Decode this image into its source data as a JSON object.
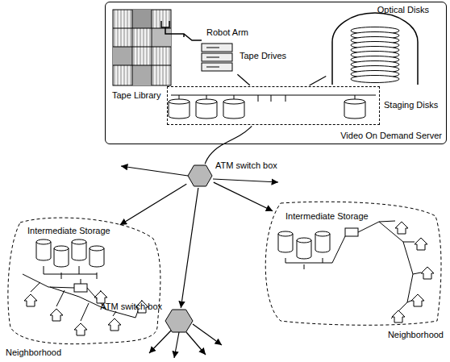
{
  "diagram": {
    "nodes": [
      {
        "text": [
          "Video On Demand Server"
        ]
      },
      {
        "text": [
          "Tape Library"
        ],
        "in": 0
      },
      {
        "text": [
          "Tape Drives"
        ],
        "in": 0
      },
      {
        "text": [
          "Optical Disks"
        ],
        "in": 0
      },
      {
        "text": [
          "Staging Disks"
        ],
        "in": 0
      },
      {
        "text": [
          "ATM switch box"
        ]
      },
      {
        "text": [
          "Neighborhood"
        ]
      },
      {
        "text": [
          "Intermediate Storage"
        ],
        "in": 6
      },
      {
        "text": [
          "Neighborhood"
        ]
      },
      {
        "text": [
          "Intermediate Storage"
        ],
        "in": 8
      },
      {
        "text": [
          "ATM switch box"
        ]
      }
    ],
    "edges": [
      {
        "from": 4,
        "to": 5,
        "arrow": "none"
      },
      {
        "from": 2,
        "to": 4,
        "arrow": "none"
      },
      {
        "from": 3,
        "to": 4,
        "arrow": "none"
      },
      {
        "from": 5,
        "to": 7,
        "arrow": "to"
      },
      {
        "from": 5,
        "to": 9,
        "arrow": "to"
      },
      {
        "from": 5,
        "to": 10,
        "arrow": "to"
      }
    ],
    "labels": [
      "Robot Arm"
    ]
  }
}
